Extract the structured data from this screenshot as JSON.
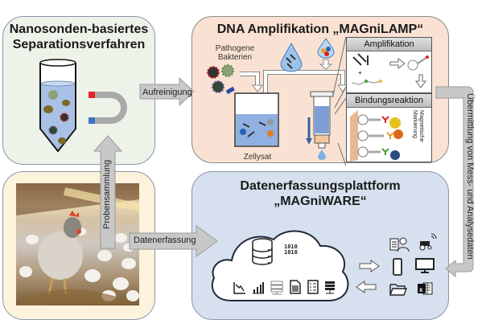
{
  "panels": {
    "separation": {
      "title_line1": "Nanosonden-basiertes",
      "title_line2": "Separationsverfahren"
    },
    "dna": {
      "title": "DNA Amplifikation „MAGniLAMP“",
      "pathogen_label_line1": "Pathogene",
      "pathogen_label_line2": "Bakterien",
      "lysate_label": "Zellysat",
      "amplification_header": "Amplifikation",
      "binding_header": "Bindungsreaktion",
      "magnetic_label_line1": "Magnetische",
      "magnetic_label_line2": "Markierung"
    },
    "farm": {
      "image_alt": "Hühner im Stall"
    },
    "data": {
      "title_line1": "Datenerfassungsplattform",
      "title_line2": "„MAGniWARE“"
    }
  },
  "arrows": {
    "purification": "Aufreinigung",
    "sampling": "Probensammlung",
    "data_capture": "Datenerfassung",
    "transmission": "Übermittlung von Mess- und Analysedaten"
  },
  "icons": {
    "cloud": [
      "database-icon",
      "binary-icon",
      "line-chart-icon",
      "bar-chart-icon",
      "server-network-icon",
      "document-icon",
      "list-icon",
      "server-rack-icon"
    ],
    "devices": [
      "clipboard-user-icon",
      "tractor-wifi-icon",
      "smartphone-icon",
      "monitor-icon",
      "folder-icon",
      "excel-icon"
    ],
    "binary_text": "1010\n1010"
  },
  "colors": {
    "magnet_north": "#e8232a",
    "magnet_south": "#3b73c4",
    "arrow_fill": "#c8c8c8",
    "liquid": "#7d9fd6"
  }
}
